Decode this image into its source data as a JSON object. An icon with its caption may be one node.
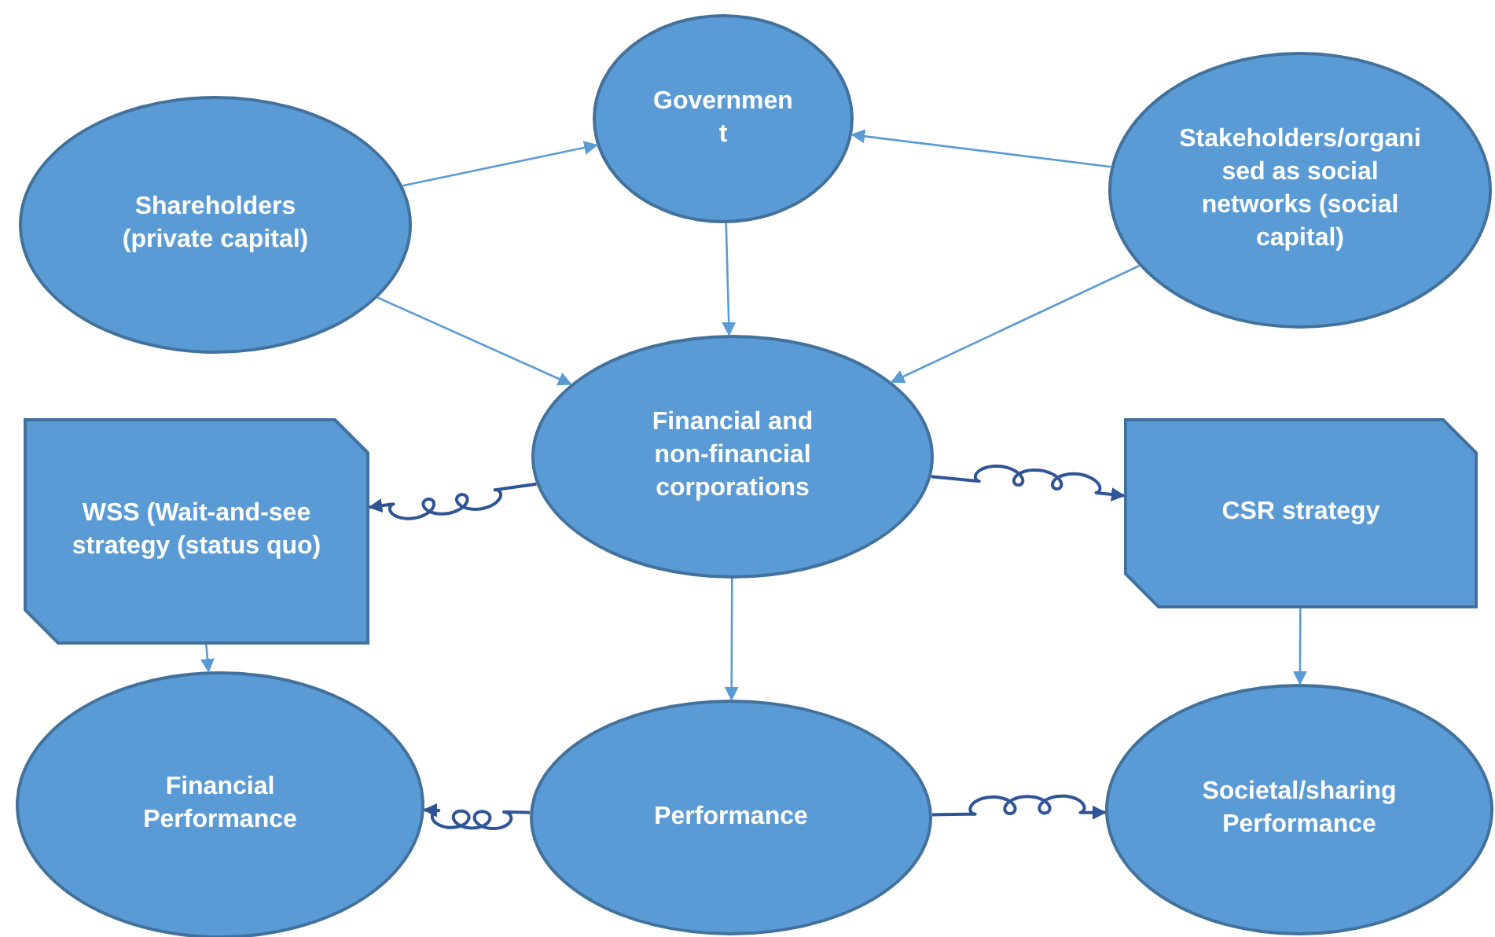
{
  "diagram": {
    "nodes": [
      {
        "text": [
          "Shareholders (private capital)"
        ]
      },
      {
        "text": [
          "Government"
        ]
      },
      {
        "text": [
          "Stakeholders/organised as social networks (social capital)"
        ]
      },
      {
        "text": [
          "Financial and non-financial corporations"
        ]
      },
      {
        "text": [
          "WSS (Wait-and-see strategy (status quo)"
        ]
      },
      {
        "text": [
          "CSR strategy"
        ]
      },
      {
        "text": [
          "Financial Performance"
        ]
      },
      {
        "text": [
          "Performance"
        ]
      },
      {
        "text": [
          "Societal/sharing Performance"
        ]
      }
    ],
    "edges": [
      {
        "from": 0,
        "to": 1,
        "arrow": "to"
      },
      {
        "from": 0,
        "to": 3,
        "arrow": "to"
      },
      {
        "from": 1,
        "to": 3,
        "arrow": "to"
      },
      {
        "from": 2,
        "to": 1,
        "arrow": "to"
      },
      {
        "from": 2,
        "to": 3,
        "arrow": "to"
      },
      {
        "from": 3,
        "to": 4,
        "arrow": "to",
        "color": "#2f5597"
      },
      {
        "from": 3,
        "to": 5,
        "arrow": "to",
        "color": "#2f5597"
      },
      {
        "from": 3,
        "to": 7,
        "arrow": "to"
      },
      {
        "from": 4,
        "to": 6,
        "arrow": "to"
      },
      {
        "from": 5,
        "to": 8,
        "arrow": "to"
      },
      {
        "from": 7,
        "to": 6,
        "arrow": "to",
        "color": "#2f5597"
      },
      {
        "from": 7,
        "to": 8,
        "arrow": "to",
        "color": "#2f5597"
      }
    ]
  }
}
